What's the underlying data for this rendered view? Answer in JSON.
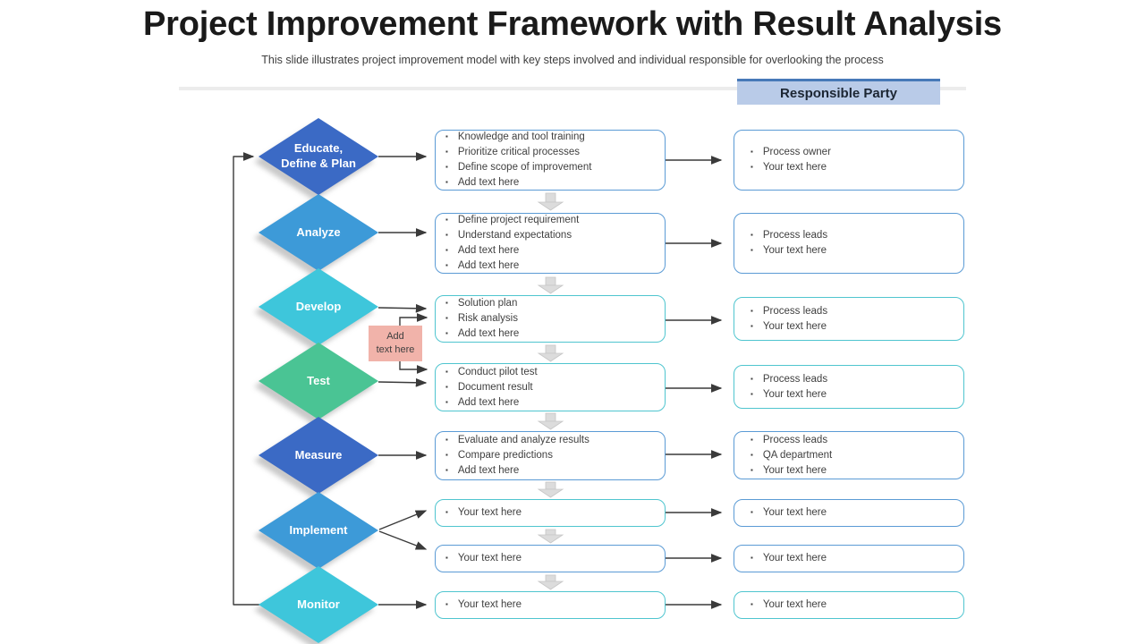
{
  "title": "Project Improvement Framework with Result Analysis",
  "subtitle": "This slide illustrates project improvement model with key steps involved and individual responsible for overlooking the process",
  "responsible_party_label": "Responsible Party",
  "note_text": "Add\ntext here",
  "colors": {
    "diamond_blue": "#3B6AC5",
    "diamond_sky": "#3D9AD8",
    "diamond_cyan": "#3EC6DB",
    "diamond_green": "#4AC494",
    "box_border_blue": "#5B9BD5",
    "box_border_teal": "#4FC5CF",
    "note_pink": "#F1B3AA",
    "header_fill": "#B9CBE8",
    "header_accent": "#4779B8",
    "connector_dark": "#3a3a3a",
    "flow_arrow_gray": "#DCDCDC"
  },
  "diamonds": [
    {
      "label": "Educate,\nDefine & Plan"
    },
    {
      "label": "Analyze"
    },
    {
      "label": "Develop"
    },
    {
      "label": "Test"
    },
    {
      "label": "Measure"
    },
    {
      "label": "Implement"
    },
    {
      "label": "Monitor"
    }
  ],
  "step_boxes": [
    {
      "items": [
        "Knowledge and tool training",
        "Prioritize critical processes",
        "Define scope of improvement",
        "Add text here"
      ]
    },
    {
      "items": [
        "Define project requirement",
        "Understand expectations",
        "Add text here",
        "Add text here"
      ]
    },
    {
      "items": [
        "Solution plan",
        "Risk analysis",
        "Add text here"
      ]
    },
    {
      "items": [
        "Conduct pilot test",
        "Document result",
        "Add text here"
      ]
    },
    {
      "items": [
        "Evaluate and analyze results",
        "Compare predictions",
        "Add text here"
      ]
    },
    {
      "items": [
        "Your text here"
      ]
    },
    {
      "items": [
        "Your text here"
      ]
    },
    {
      "items": [
        "Your text here"
      ]
    }
  ],
  "party_boxes": [
    {
      "items": [
        "Process owner",
        "Your text here"
      ]
    },
    {
      "items": [
        "Process leads",
        "Your text here"
      ]
    },
    {
      "items": [
        "Process leads",
        "Your text here"
      ]
    },
    {
      "items": [
        "Process leads",
        "Your text here"
      ]
    },
    {
      "items": [
        "Process leads",
        "QA department",
        "Your text here"
      ]
    },
    {
      "items": [
        "Your text here"
      ]
    },
    {
      "items": [
        "Your text here"
      ]
    },
    {
      "items": [
        "Your text here"
      ]
    }
  ]
}
